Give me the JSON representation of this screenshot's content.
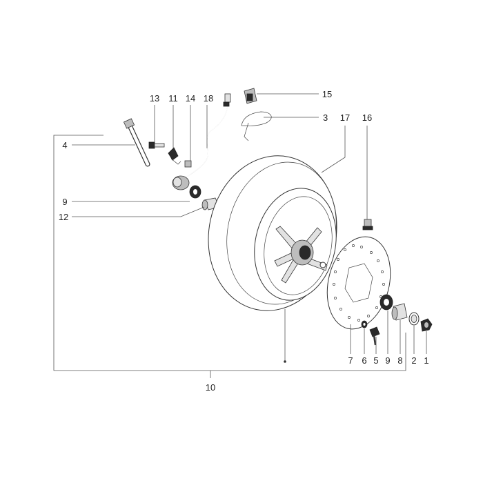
{
  "callouts": {
    "c1": "1",
    "c2": "2",
    "c3": "3",
    "c4": "4",
    "c5": "5",
    "c6": "6",
    "c7": "7",
    "c8": "8",
    "c9_left": "9",
    "c9_right": "9",
    "c10": "10",
    "c11": "11",
    "c12": "12",
    "c13": "13",
    "c14": "14",
    "c15": "15",
    "c16": "16",
    "c17": "17",
    "c18": "18"
  }
}
